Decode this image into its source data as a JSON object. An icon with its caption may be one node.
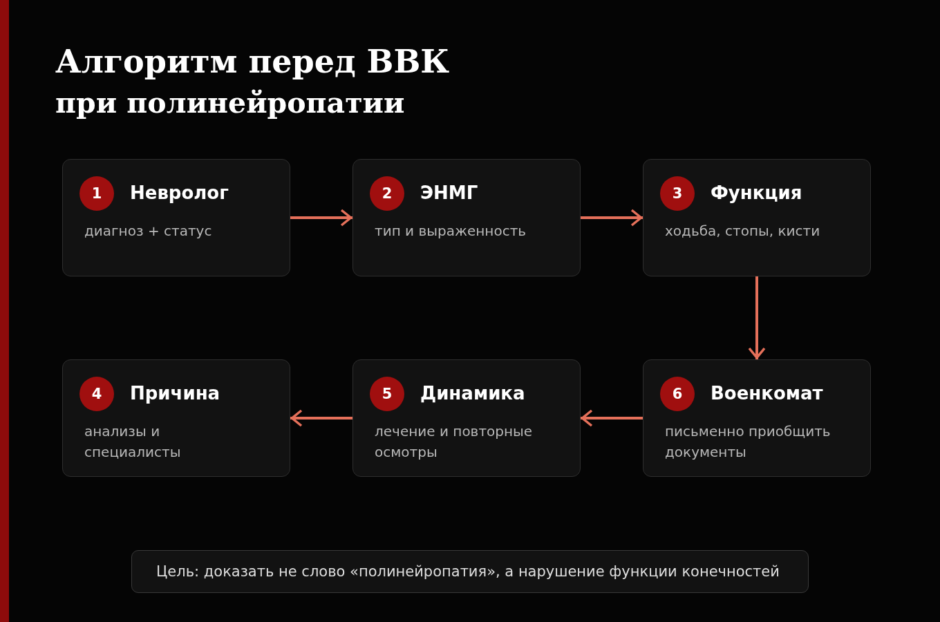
{
  "diagram": {
    "title": "Алгоритм перед ВВК",
    "nodes": [
      {
        "text": [
          "Невролог",
          "диагноз + статус"
        ]
      },
      {
        "text": [
          "1"
        ],
        "in": 0
      },
      {
        "text": [
          "ЭНМГ",
          "тип и выраженность"
        ]
      },
      {
        "text": [
          "2"
        ],
        "in": 2
      },
      {
        "text": [
          "Функция",
          "ходьба, стопы, кисти"
        ]
      },
      {
        "text": [
          "3"
        ],
        "in": 4
      },
      {
        "text": [
          "Причина",
          "анализы и специалисты"
        ]
      },
      {
        "text": [
          "4"
        ],
        "in": 6
      },
      {
        "text": [
          "Динамика",
          "лечение и повторные осмотры"
        ]
      },
      {
        "text": [
          "5"
        ],
        "in": 8
      },
      {
        "text": [
          "Военкомат",
          "письменно приобщить документы"
        ]
      },
      {
        "text": [
          "6"
        ],
        "in": 10
      },
      {
        "text": [
          "Цель: доказать не слово «полинейропатия», а нарушение функции конечностей"
        ]
      }
    ],
    "edges": [
      {
        "from": 0,
        "to": 2,
        "arrow": "to"
      },
      {
        "from": 2,
        "to": 4,
        "arrow": "to"
      },
      {
        "from": 4,
        "to": 10,
        "arrow": "to"
      },
      {
        "from": 10,
        "to": 8,
        "arrow": "to"
      },
      {
        "from": 8,
        "to": 6,
        "arrow": "to"
      }
    ],
    "labels": [
      "при полинейропатии"
    ]
  }
}
